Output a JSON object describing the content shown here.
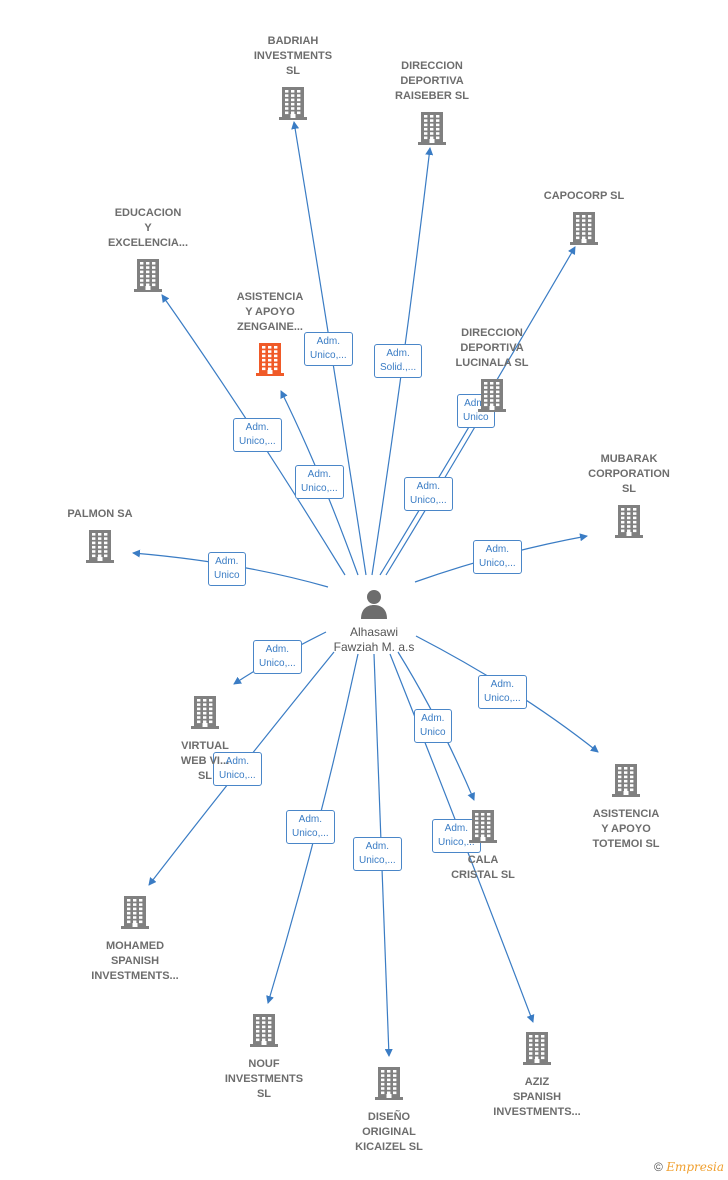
{
  "person": {
    "name": "Alhasawi\nFawziah M. a.s"
  },
  "companies": [
    {
      "id": "badriah",
      "label": "BADRIAH\nINVESTMENTS\nSL",
      "color": "#808080"
    },
    {
      "id": "raiseber",
      "label": "DIRECCION\nDEPORTIVA\nRAISEBER  SL",
      "color": "#808080"
    },
    {
      "id": "capocorp",
      "label": "CAPOCORP  SL",
      "color": "#808080"
    },
    {
      "id": "educacion",
      "label": "EDUCACION\nY\nEXCELENCIA...",
      "color": "#808080"
    },
    {
      "id": "zengaine",
      "label": "ASISTENCIA\nY APOYO\nZENGAINE...",
      "color": "#f05a28"
    },
    {
      "id": "lucinala",
      "label": "DIRECCION\nDEPORTIVA\nLUCINALA  SL",
      "color": "#808080"
    },
    {
      "id": "mubarak",
      "label": "MUBARAK\nCORPORATION\nSL",
      "color": "#808080"
    },
    {
      "id": "palmon",
      "label": "PALMON SA",
      "color": "#808080"
    },
    {
      "id": "virtual",
      "label": "VIRTUAL\nWEB VI...\nSL",
      "color": "#808080"
    },
    {
      "id": "totemoi",
      "label": "ASISTENCIA\nY APOYO\nTOTEMOI  SL",
      "color": "#808080"
    },
    {
      "id": "cala",
      "label": "CALA\nCRISTAL  SL",
      "color": "#808080"
    },
    {
      "id": "mohamed",
      "label": "MOHAMED\nSPANISH\nINVESTMENTS...",
      "color": "#808080"
    },
    {
      "id": "nouf",
      "label": "NOUF\nINVESTMENTS\nSL",
      "color": "#808080"
    },
    {
      "id": "diseno",
      "label": "DISEÑO\nORIGINAL\nKICAIZEL  SL",
      "color": "#808080"
    },
    {
      "id": "aziz",
      "label": "AZIZ\nSPANISH\nINVESTMENTS...",
      "color": "#808080"
    }
  ],
  "edges": [
    {
      "to": "badriah",
      "label": "Adm.\nUnico,..."
    },
    {
      "to": "raiseber",
      "label": "Adm.\nSolid.,..."
    },
    {
      "to": "capocorp",
      "label": "Adm.\nUnico,..."
    },
    {
      "to": "educacion",
      "label": "Adm.\nUnico,..."
    },
    {
      "to": "zengaine",
      "label": "Adm.\nUnico,..."
    },
    {
      "to": "lucinala",
      "label": "Adm.\nUnico"
    },
    {
      "to": "mubarak",
      "label": "Adm.\nUnico,..."
    },
    {
      "to": "palmon",
      "label": "Adm.\nUnico"
    },
    {
      "to": "virtual",
      "label": "Adm.\nUnico,..."
    },
    {
      "to": "totemoi",
      "label": "Adm.\nUnico,..."
    },
    {
      "to": "cala",
      "label": "Adm.\nUnico"
    },
    {
      "to": "mohamed",
      "label": "Adm.\nUnico,..."
    },
    {
      "to": "nouf",
      "label": "Adm.\nUnico,..."
    },
    {
      "to": "diseno",
      "label": "Adm.\nUnico,..."
    },
    {
      "to": "aziz",
      "label": "Adm.\nUnico,..."
    }
  ],
  "colors": {
    "edge": "#3a7cc4",
    "building": "#808080",
    "highlight": "#f05a28"
  },
  "footer": {
    "copyright": "©",
    "brand": "Empresia"
  }
}
